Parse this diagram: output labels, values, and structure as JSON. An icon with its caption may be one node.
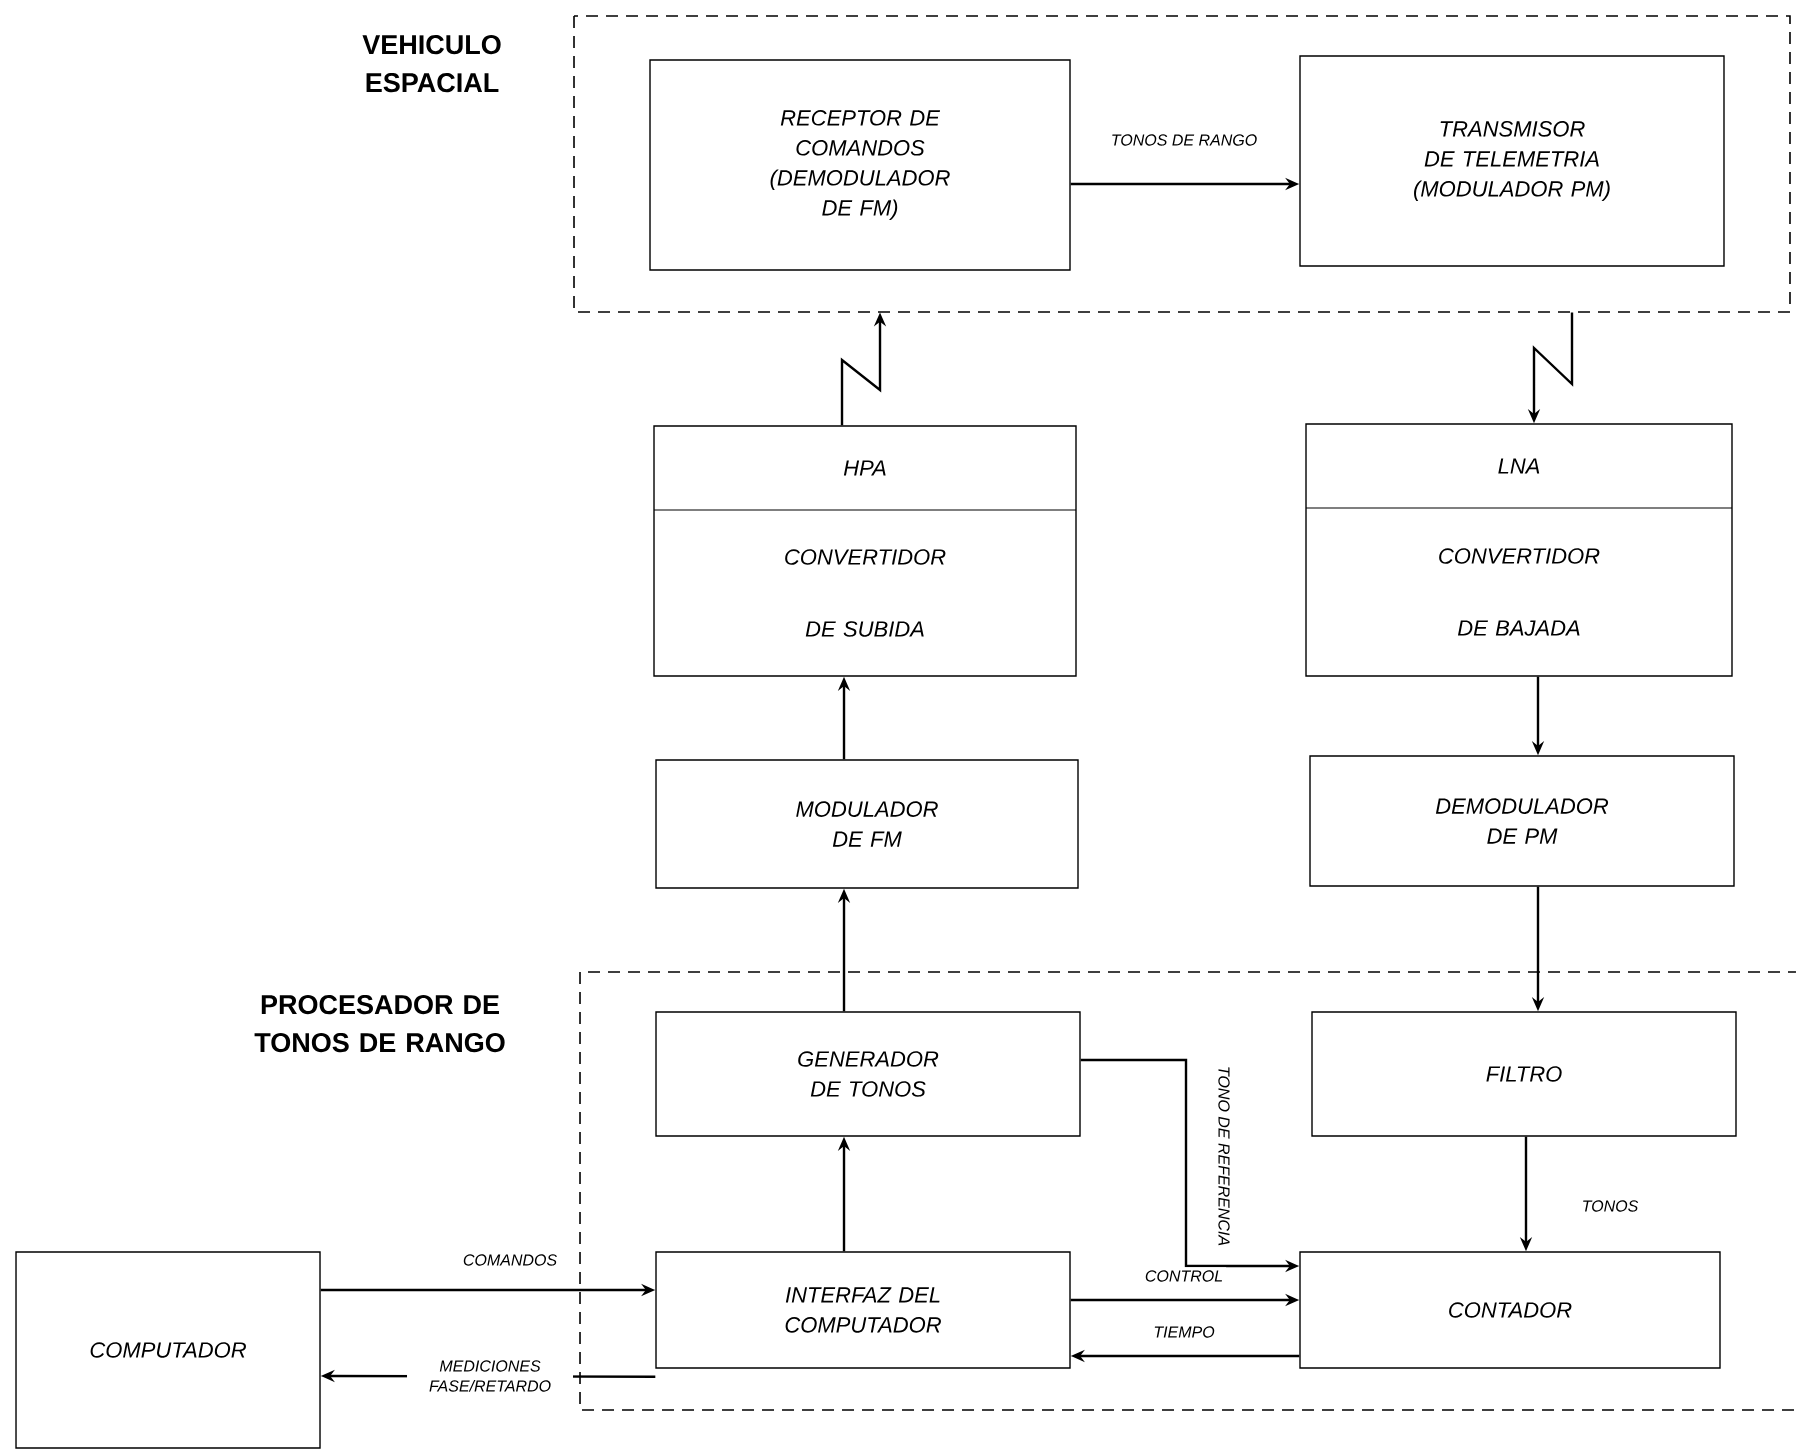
{
  "diagram": {
    "nodes": [
      {
        "text": [
          "VEHICULO ESPACIAL"
        ]
      },
      {
        "text": [
          "RECEPTOR DE COMANDOS (DEMODULADOR DE FM)"
        ],
        "in": 0
      },
      {
        "text": [
          "TRANSMISOR DE TELEMETRIA (MODULADOR PM)"
        ],
        "in": 0
      },
      {
        "text": [
          "HPA",
          "CONVERTIDOR DE SUBIDA"
        ]
      },
      {
        "text": [
          "LNA",
          "CONVERTIDOR DE BAJADA"
        ]
      },
      {
        "text": [
          "MODULADOR DE FM"
        ]
      },
      {
        "text": [
          "DEMODULADOR DE PM"
        ]
      },
      {
        "text": [
          "PROCESADOR DE TONOS DE RANGO"
        ]
      },
      {
        "text": [
          "GENERADOR DE TONOS"
        ],
        "in": 7
      },
      {
        "text": [
          "FILTRO"
        ],
        "in": 7
      },
      {
        "text": [
          "INTERFAZ DEL COMPUTADOR"
        ],
        "in": 7
      },
      {
        "text": [
          "CONTADOR"
        ],
        "in": 7
      },
      {
        "text": [
          "COMPUTADOR"
        ]
      }
    ],
    "edges": [
      {
        "from": 1,
        "to": 2,
        "arrow": "to",
        "label": "TONOS DE RANGO"
      },
      {
        "from": 3,
        "to": 0,
        "arrow": "to"
      },
      {
        "from": 0,
        "to": 4,
        "arrow": "to"
      },
      {
        "from": 5,
        "to": 3,
        "arrow": "to"
      },
      {
        "from": 4,
        "to": 6,
        "arrow": "to"
      },
      {
        "from": 8,
        "to": 5,
        "arrow": "to"
      },
      {
        "from": 6,
        "to": 9,
        "arrow": "to"
      },
      {
        "from": 10,
        "to": 8,
        "arrow": "to"
      },
      {
        "from": 9,
        "to": 11,
        "arrow": "to",
        "label": "TONOS"
      },
      {
        "from": 8,
        "to": 11,
        "arrow": "to",
        "label": "TONO DE REFERENCIA"
      },
      {
        "from": 12,
        "to": 10,
        "arrow": "to",
        "label": "COMANDOS"
      },
      {
        "from": 10,
        "to": 11,
        "arrow": "to",
        "label": "CONTROL"
      },
      {
        "from": 11,
        "to": 10,
        "arrow": "to",
        "label": "TIEMPO"
      },
      {
        "from": 10,
        "to": 12,
        "arrow": "to",
        "label": "MEDICIONES FASE/RETARDO"
      }
    ]
  }
}
